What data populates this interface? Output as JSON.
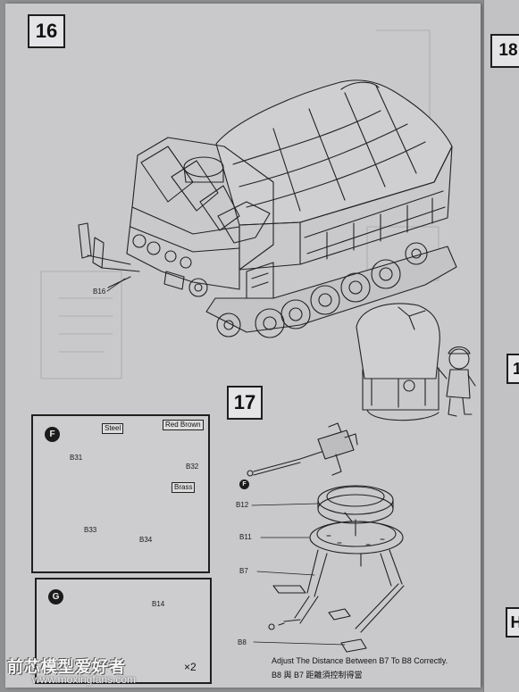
{
  "steps": {
    "step16": "16",
    "step17": "17",
    "step18_partial": "18",
    "step19_partial": "1",
    "step20_partial": "H"
  },
  "step16": {
    "part_b16": "B16"
  },
  "panel_f": {
    "marker": "F",
    "tag_steel": "Steel",
    "tag_red_brown": "Red Brown",
    "tag_brass": "Brass",
    "part_b31": "B31",
    "part_b32": "B32",
    "part_b33": "B33",
    "part_b34": "B34"
  },
  "panel_g": {
    "marker": "G",
    "part_b14": "B14",
    "multiplier": "×2"
  },
  "step17": {
    "marker_f": "F",
    "part_b12": "B12",
    "part_b11": "B11",
    "part_b7": "B7",
    "part_b8": "B8",
    "note_en": "Adjust The Distance Between B7 To B8 Correctly.",
    "note_cn": "B8 與 B7 距離須控制得當"
  },
  "watermark": {
    "brand": "前芯模型爱好者",
    "url": "www.moxingfans.com"
  },
  "colors": {
    "paper": "#c9c9cb",
    "line": "#1f1f1f",
    "background": "#8f9091"
  }
}
